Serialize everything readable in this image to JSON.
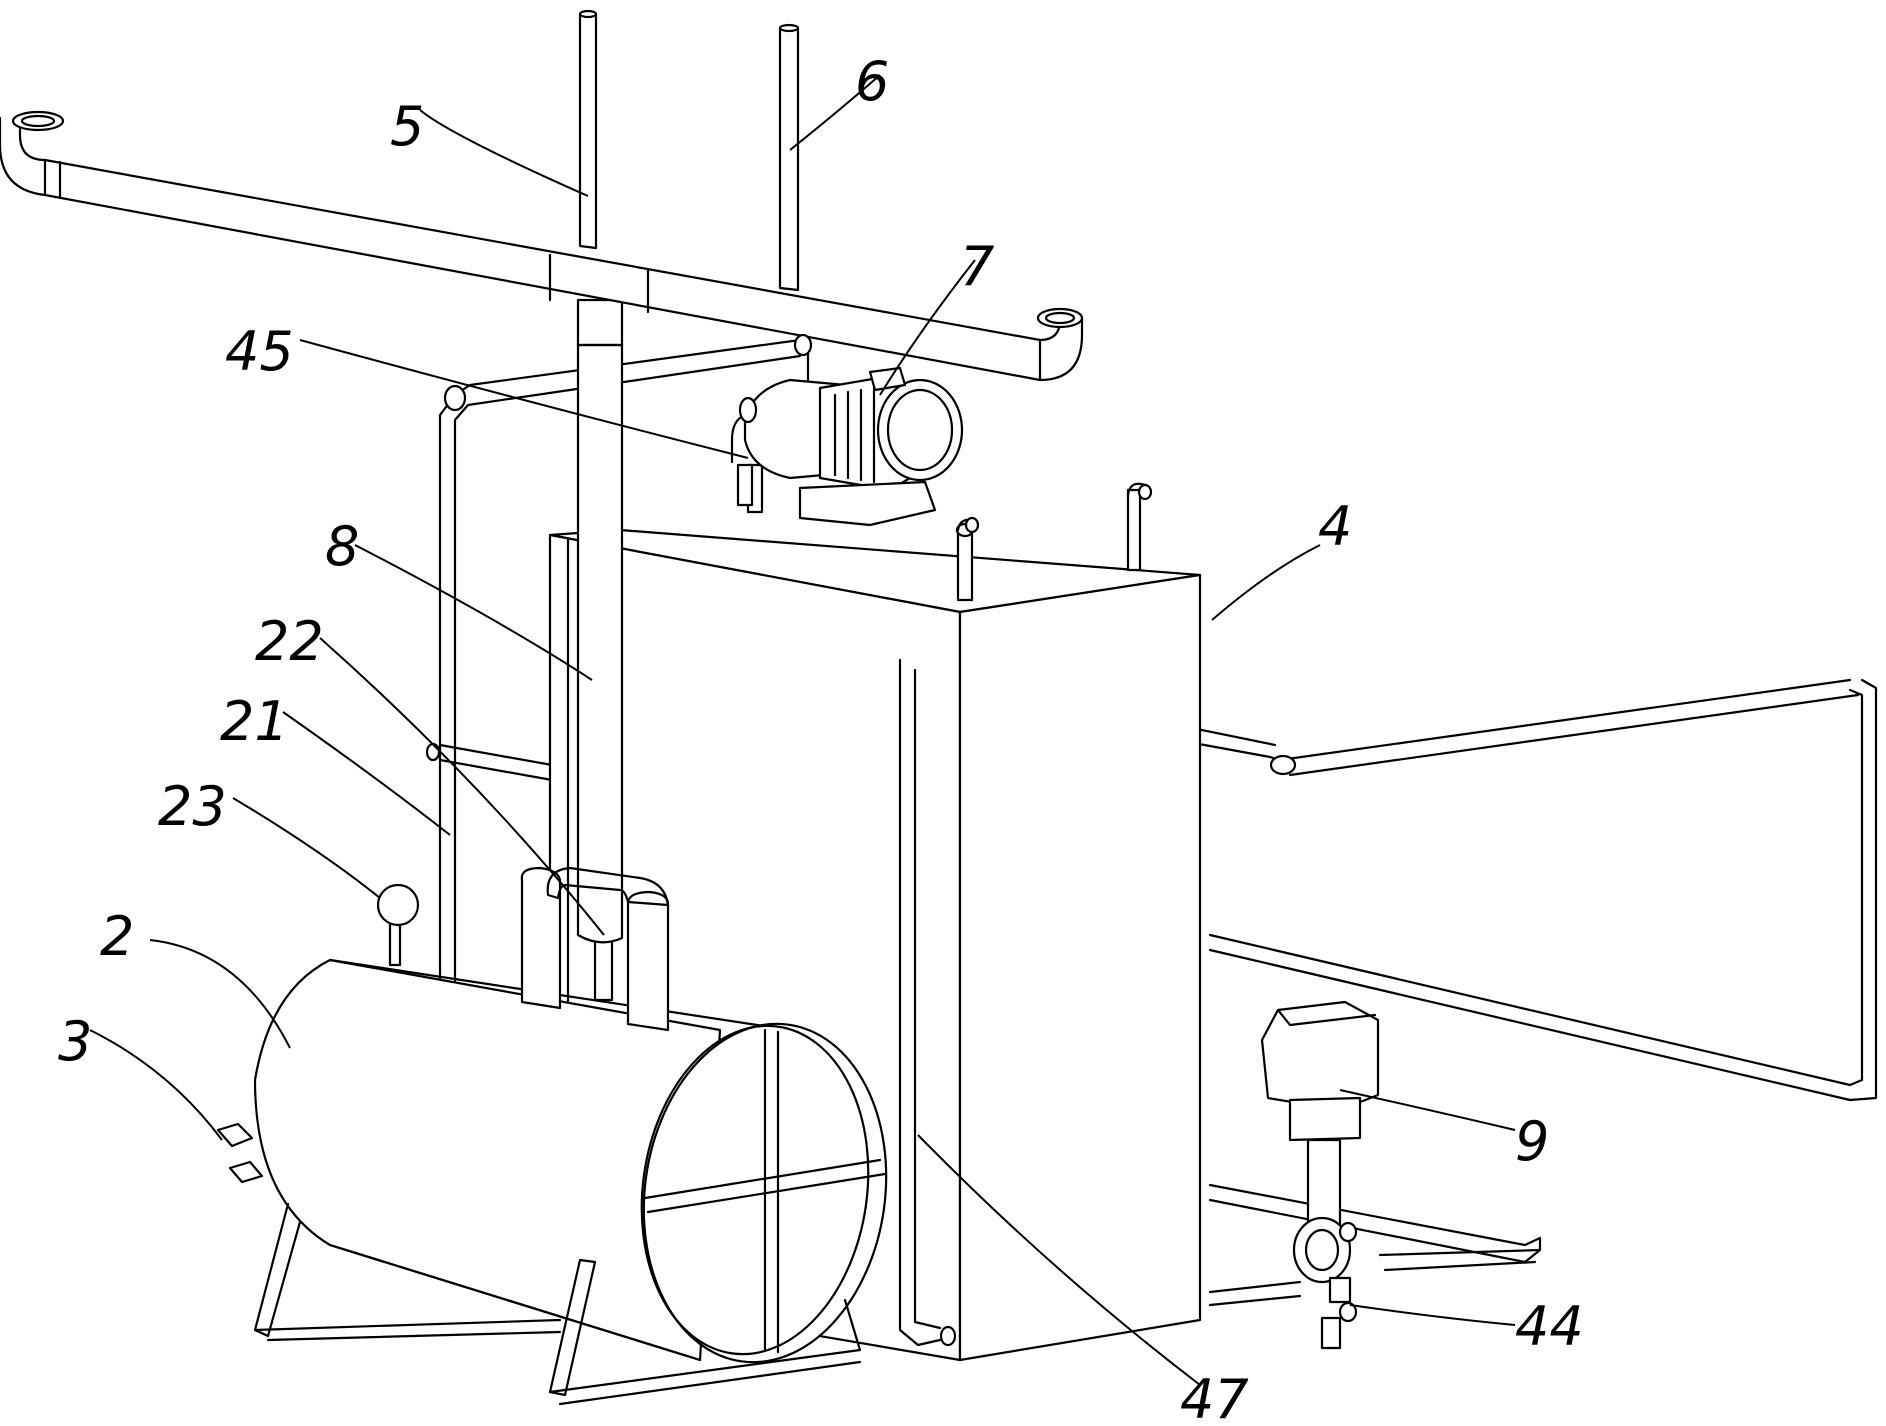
{
  "labels": {
    "l2": "2",
    "l3": "3",
    "l4": "4",
    "l5": "5",
    "l6": "6",
    "l7": "7",
    "l8": "8",
    "l9": "9",
    "l21": "21",
    "l22": "22",
    "l23": "23",
    "l44": "44",
    "l45": "45",
    "l47": "47"
  }
}
